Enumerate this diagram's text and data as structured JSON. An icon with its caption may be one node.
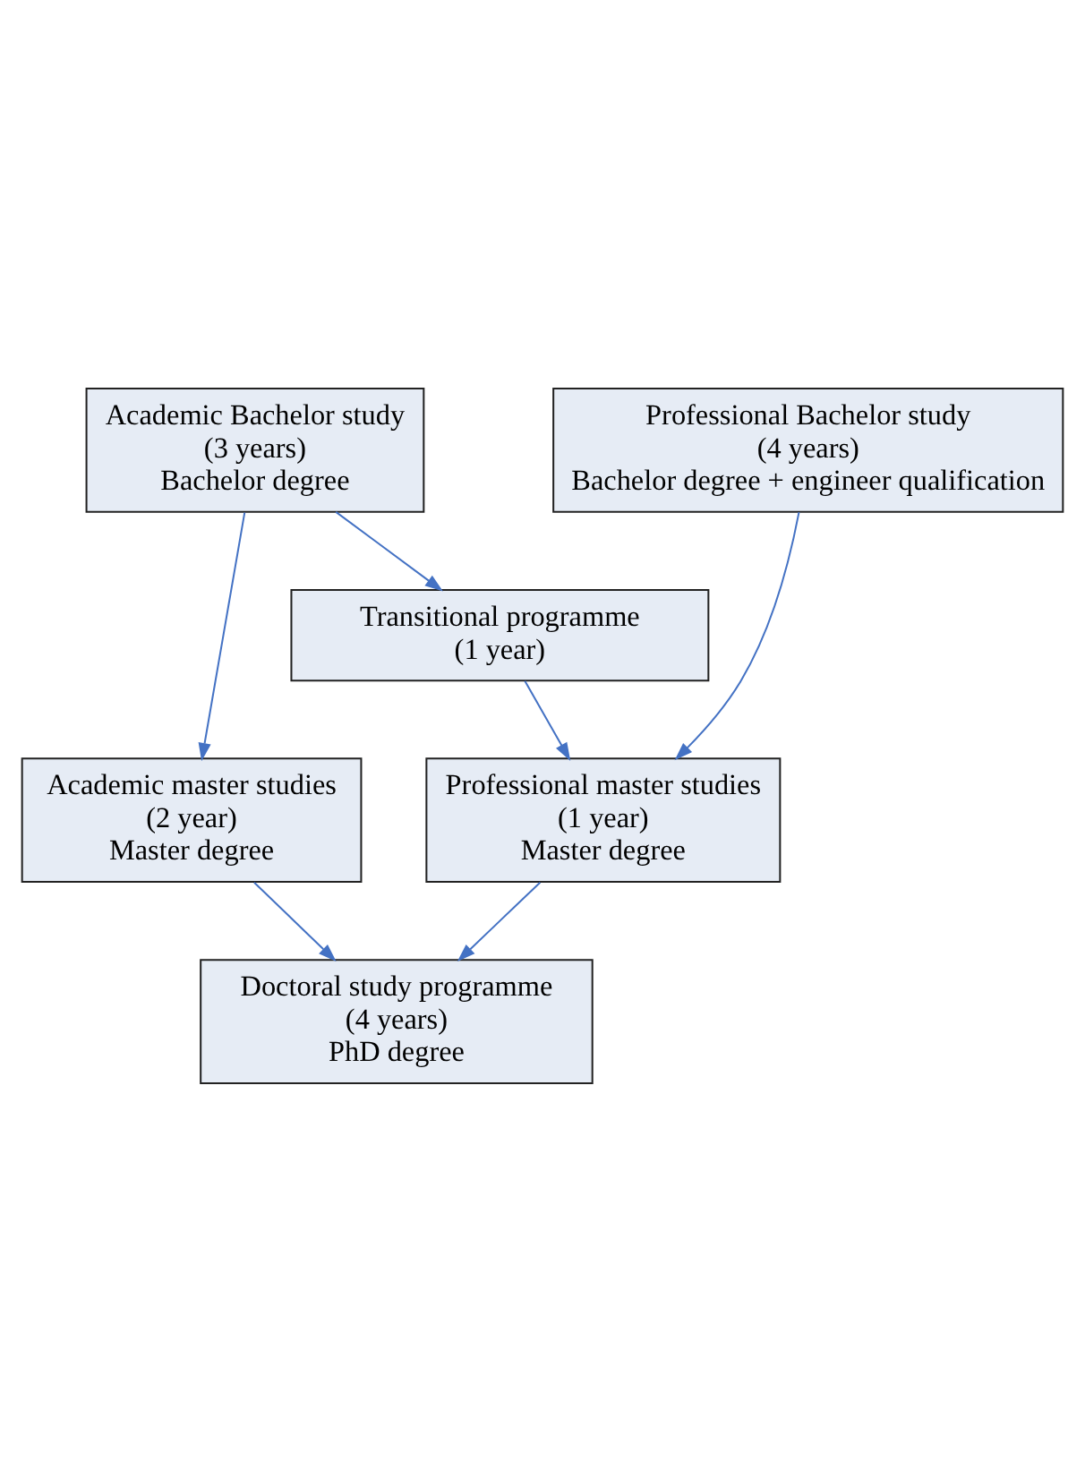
{
  "diagram": {
    "nodes": [
      {
        "text": [
          "Academic Bachelor study",
          "(3 years)",
          "Bachelor degree"
        ]
      },
      {
        "text": [
          "Professional Bachelor study",
          "(4 years)",
          "Bachelor degree + engineer qualification"
        ]
      },
      {
        "text": [
          "Transitional programme",
          "(1 year)"
        ]
      },
      {
        "text": [
          "Academic master studies",
          "(2 year)",
          "Master degree"
        ]
      },
      {
        "text": [
          "Professional master studies",
          "(1 year)",
          "Master degree"
        ]
      },
      {
        "text": [
          "Doctoral study programme",
          "(4 years)",
          "PhD degree"
        ]
      }
    ],
    "edges": [
      {
        "from": 0,
        "to": 3,
        "arrow": "to"
      },
      {
        "from": 0,
        "to": 2,
        "arrow": "to"
      },
      {
        "from": 1,
        "to": 4,
        "arrow": "to"
      },
      {
        "from": 2,
        "to": 4,
        "arrow": "to"
      },
      {
        "from": 3,
        "to": 5,
        "arrow": "to"
      },
      {
        "from": 4,
        "to": 5,
        "arrow": "to"
      }
    ]
  }
}
